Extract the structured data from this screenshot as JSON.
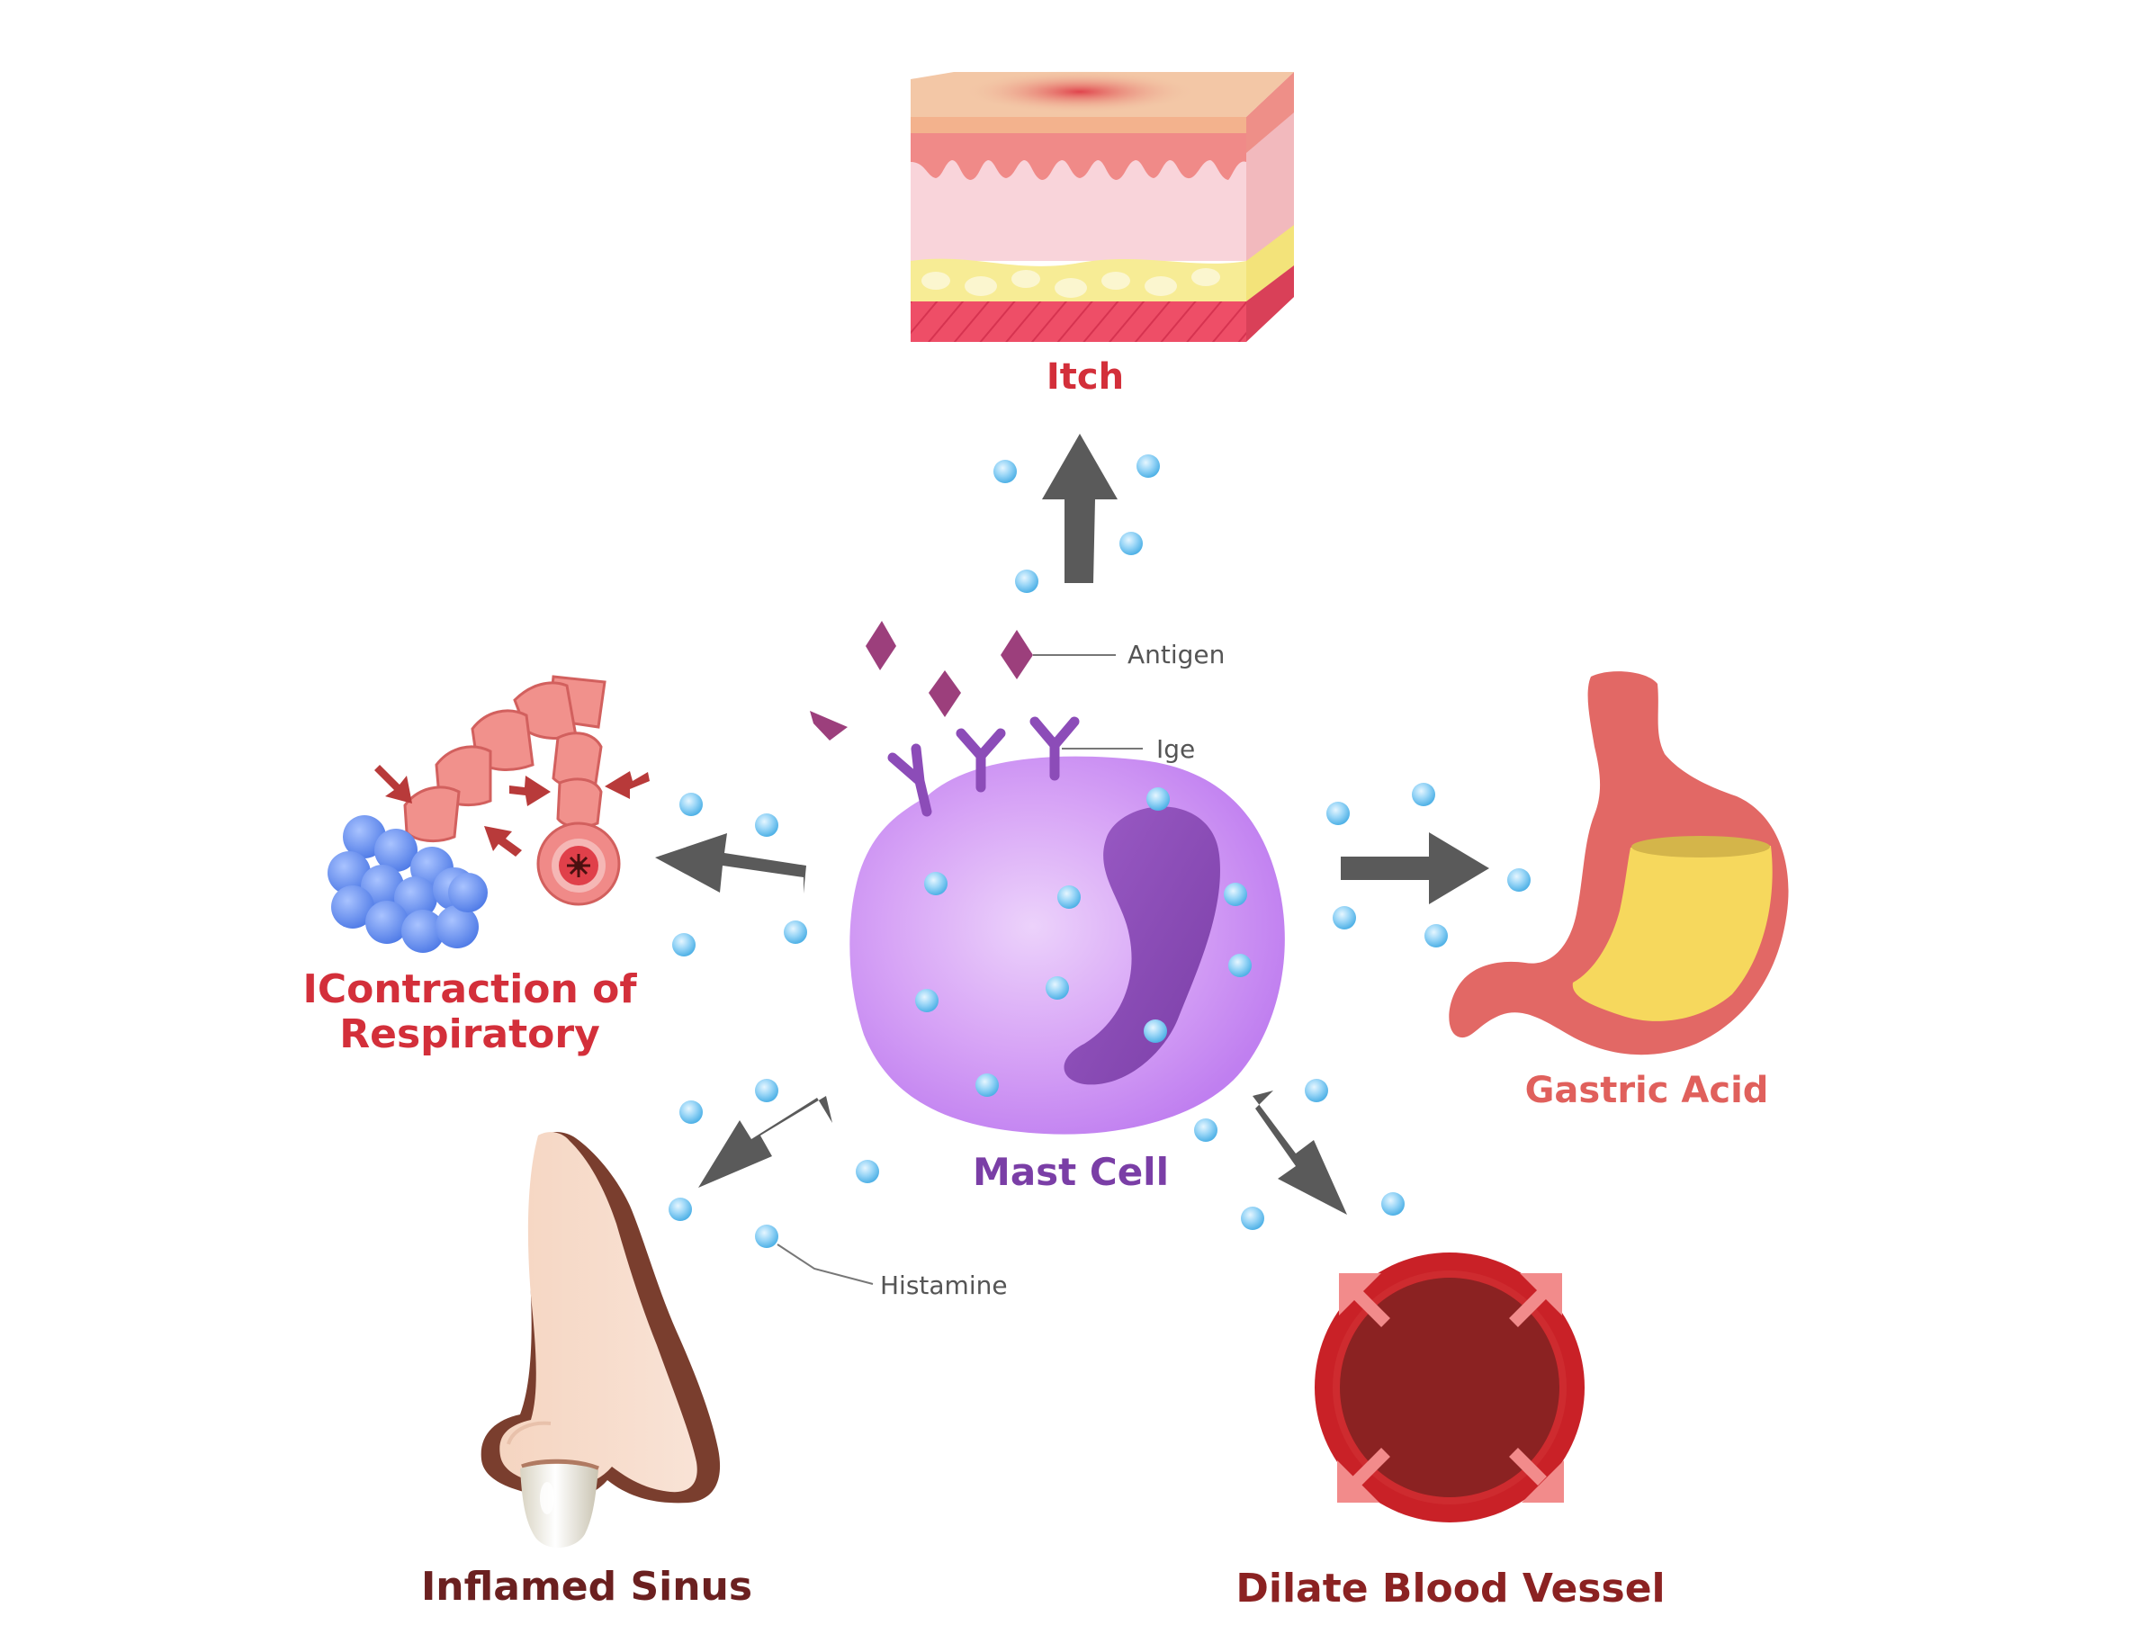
{
  "labels": {
    "itch": "Itch",
    "respiratory_line1": "IContraction of",
    "respiratory_line2": "Respiratory",
    "gastric": "Gastric Acid",
    "mast_cell": "Mast Cell",
    "sinus": "Inflamed Sinus",
    "blood_vessel": "Dilate Blood Vessel"
  },
  "callouts": {
    "antigen": "Antigen",
    "ige": "Ige",
    "histamine": "Histamine"
  },
  "colors": {
    "red_label": "#d32f3a",
    "salmon_label": "#e0605c",
    "brown_label": "#6b2020",
    "mast_cell": "#c585f0",
    "nucleus": "#8e4fb8",
    "antigen": "#9c3f7c",
    "histamine": "#7ccaf2",
    "arrow": "#5a5a5a",
    "vessel_outer": "#c92127",
    "vessel_inner": "#8b2222"
  },
  "icons": [
    "skin-layers-icon",
    "bronchi-alveoli-icon",
    "stomach-icon",
    "nose-icon",
    "blood-vessel-icon",
    "mast-cell-icon"
  ]
}
